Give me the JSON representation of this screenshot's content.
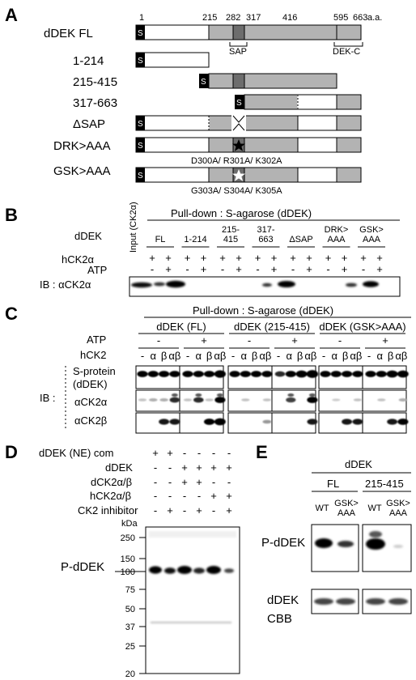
{
  "panels": {
    "A": {
      "label": "A",
      "ruler": [
        "1",
        "215",
        "282",
        "317",
        "416",
        "595",
        "663",
        "a.a."
      ],
      "domain_sap": "SAP",
      "domain_dekc": "DEK-C",
      "s_tag": "S",
      "constructs": [
        "dDEK FL",
        "1-214",
        "215-415",
        "317-663",
        "ΔSAP",
        "DRK>AAA",
        "GSK>AAA"
      ],
      "drk_mutations": "D300A/ R301A/ K302A",
      "gsk_mutations": "G303A/ S304A/ K305A"
    },
    "B": {
      "label": "B",
      "title": "Pull-down : S-agarose (dDEK)",
      "input": "Input (CK2α)",
      "row_dDEK": "dDEK",
      "row_hck2a": "hCK2α",
      "row_atp": "ATP",
      "groups": [
        "FL",
        "1-214",
        "215-\n415",
        "317-\n663",
        "ΔSAP",
        "DRK>\nAAA",
        "GSK>\nAAA"
      ],
      "hck2a_signs": [
        "+",
        "+",
        "+",
        "+",
        "+",
        "+",
        "+",
        "+",
        "+",
        "+",
        "+",
        "+",
        "+",
        "+"
      ],
      "atp_signs": [
        "-",
        "+",
        "-",
        "+",
        "-",
        "+",
        "-",
        "+",
        "-",
        "+",
        "-",
        "+",
        "-",
        "+"
      ],
      "ib": "IB : αCK2α"
    },
    "C": {
      "label": "C",
      "title": "Pull-down : S-agarose (dDEK)",
      "groups": [
        "dDEK (FL)",
        "dDEK (215-415)",
        "dDEK (GSK>AAA)"
      ],
      "row_atp": "ATP",
      "row_hck2": "hCK2",
      "atp_signs": [
        "-",
        "+",
        "-",
        "+",
        "-",
        "+"
      ],
      "hck2_lanes": [
        "-",
        "α",
        "β",
        "αβ"
      ],
      "ib": "IB :",
      "blots": [
        "S-protein\n(dDEK)",
        "αCK2α",
        "αCK2β"
      ]
    },
    "D": {
      "label": "D",
      "rows": [
        "dDEK (NE) com",
        "dDEK",
        "dCK2α/β",
        "hCK2α/β",
        "CK2 inhibitor"
      ],
      "signs": [
        [
          "+",
          "+",
          "-",
          "-",
          "-",
          "-"
        ],
        [
          "-",
          "-",
          "+",
          "+",
          "+",
          "+"
        ],
        [
          "-",
          "-",
          "+",
          "+",
          "-",
          "-"
        ],
        [
          "-",
          "-",
          "-",
          "-",
          "+",
          "+"
        ],
        [
          "-",
          "+",
          "-",
          "+",
          "-",
          "+"
        ]
      ],
      "kda": "kDa",
      "markers": [
        "250",
        "150",
        "100",
        "75",
        "50",
        "37",
        "25",
        "20"
      ],
      "band_label": "P-dDEK"
    },
    "E": {
      "label": "E",
      "title": "dDEK",
      "groups": [
        "FL",
        "215-415"
      ],
      "lanes": [
        "WT",
        "GSK>\nAAA",
        "WT",
        "GSK>\nAAA"
      ],
      "blots": [
        "P-dDEK",
        "dDEK\nCBB"
      ]
    }
  }
}
